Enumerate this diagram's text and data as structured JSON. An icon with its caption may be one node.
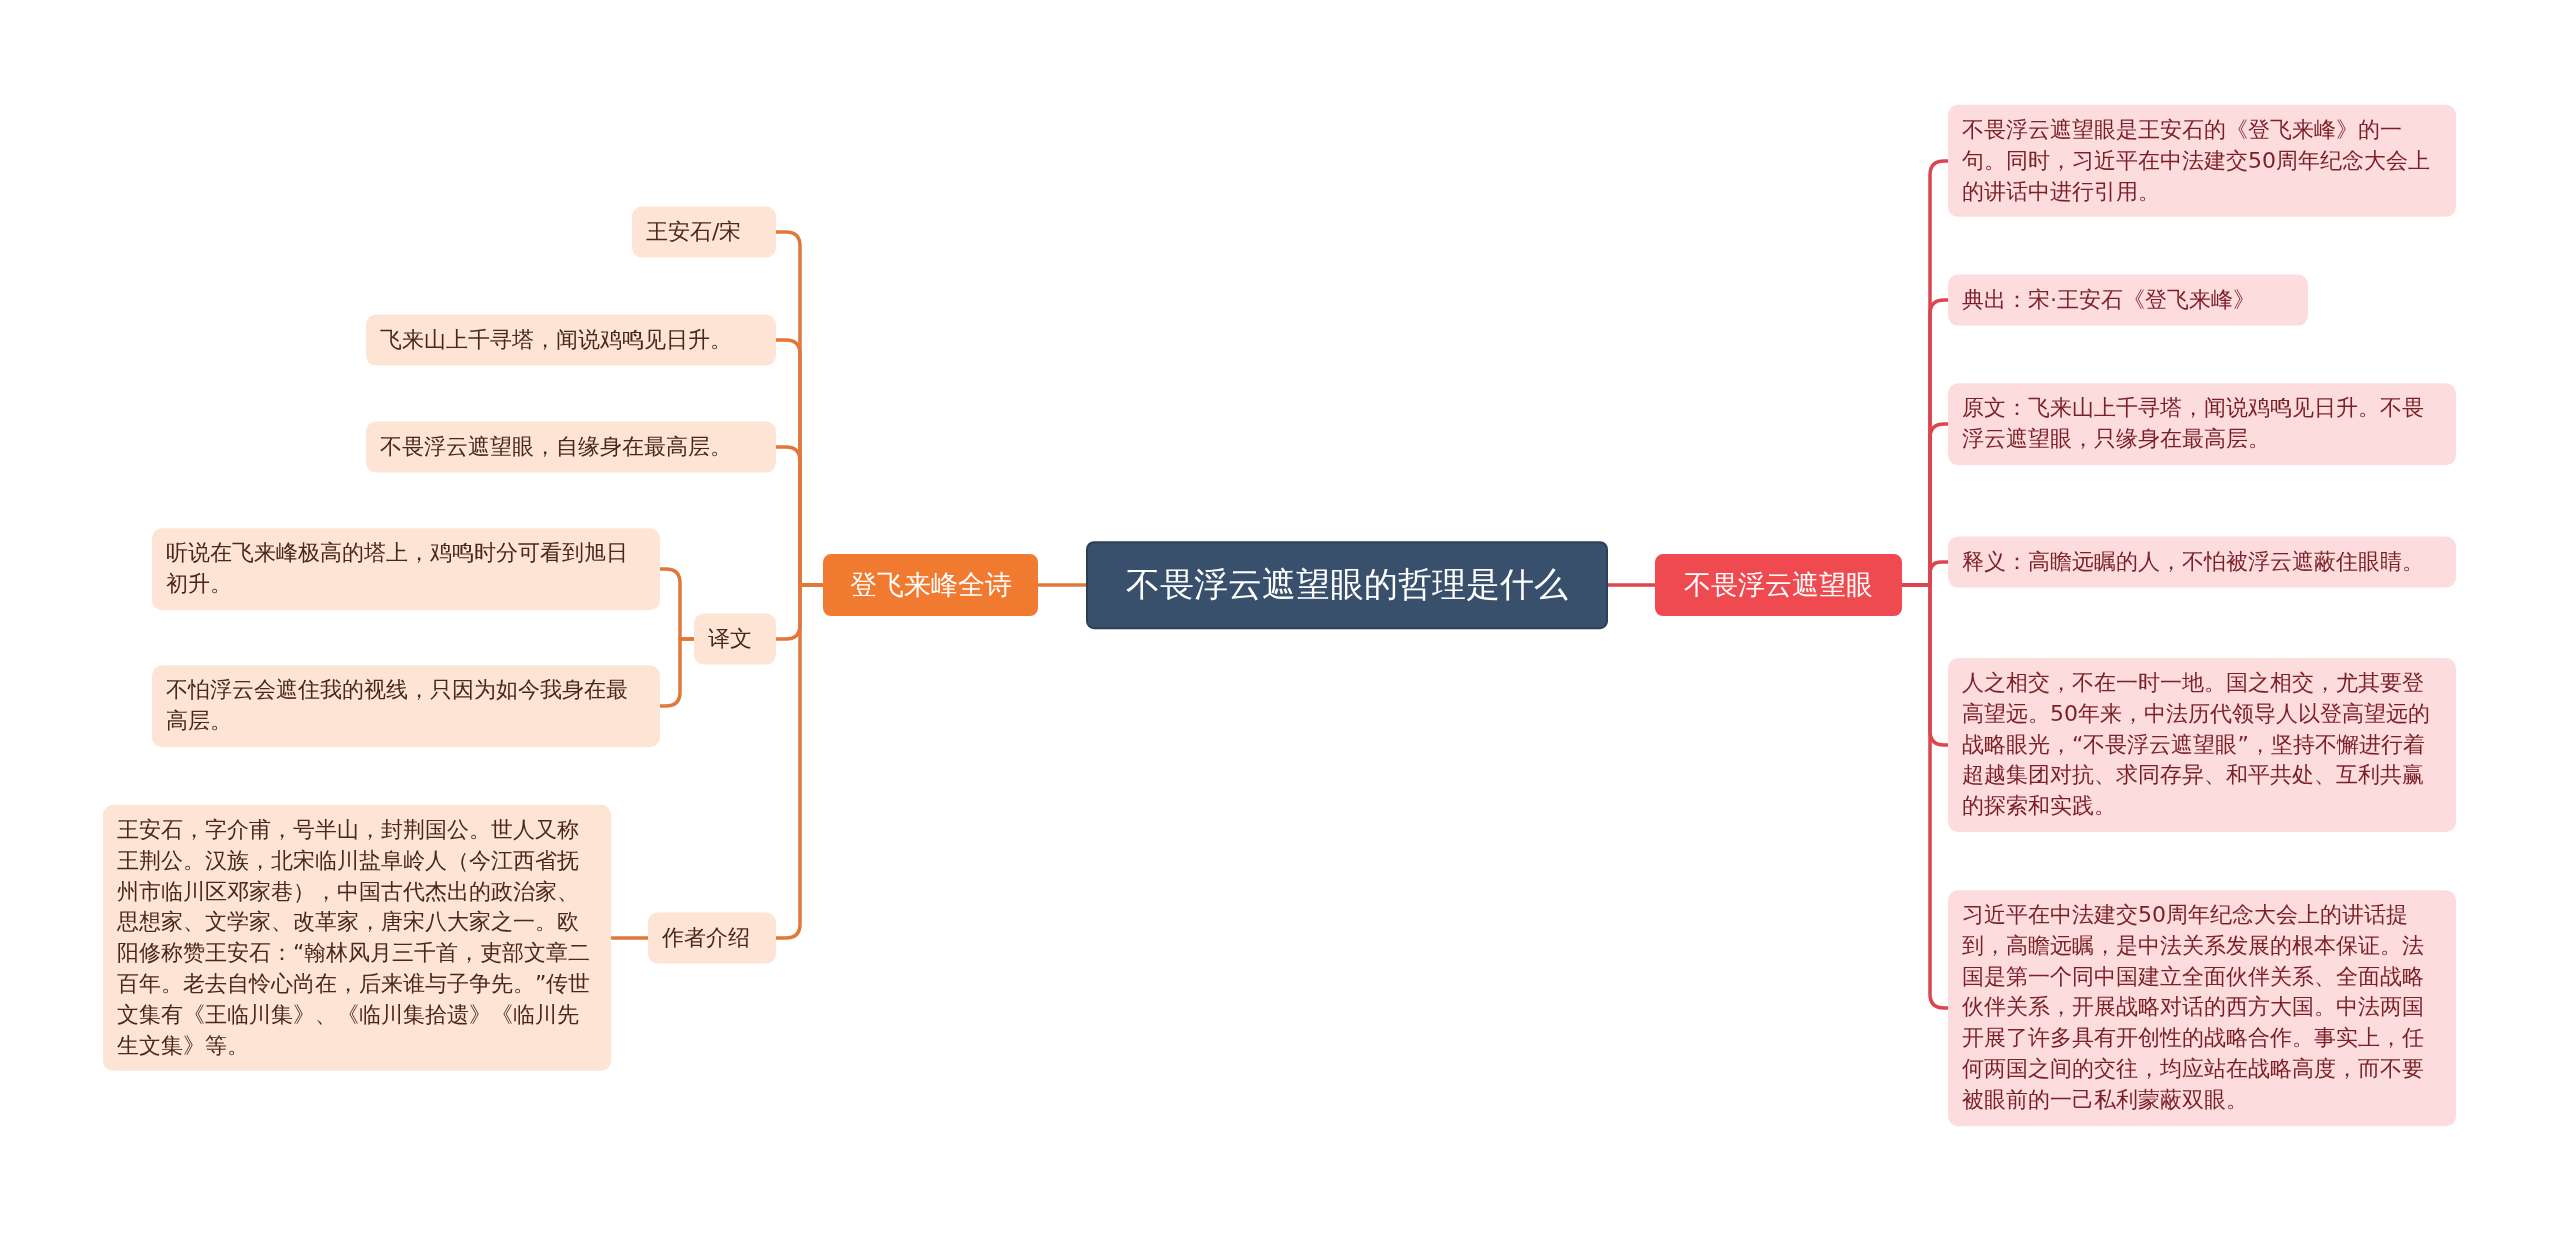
{
  "diagram": {
    "nodes": [
      {
        "text": [
          "不畏浮云遮望眼的哲理是什么"
        ]
      },
      {
        "text": [
          "登飞来峰全诗"
        ]
      },
      {
        "text": [
          "王安石/宋"
        ]
      },
      {
        "text": [
          "飞来山上千寻塔，闻说鸡鸣见日升。"
        ]
      },
      {
        "text": [
          "不畏浮云遮望眼，自缘身在最高层。"
        ]
      },
      {
        "text": [
          "译文"
        ]
      },
      {
        "text": [
          "听说在飞来峰极高的塔上，鸡鸣时分可看到旭日初升。"
        ]
      },
      {
        "text": [
          "不怕浮云会遮住我的视线，只因为如今我身在最高层。"
        ]
      },
      {
        "text": [
          "作者介绍"
        ]
      },
      {
        "text": [
          "王安石，字介甫，号半山，封荆国公。世人又称王荆公。汉族，北宋临川盐阜岭人（今江西省抚州市临川区邓家巷），中国古代杰出的政治家、思想家、文学家、改革家，唐宋八大家之一。欧阳修称赞王安石：“翰林风月三千首，吏部文章二百年。老去自怜心尚在，后来谁与子争先。”传世文集有《王临川集》、《临川集拾遗》《临川先生文集》等。"
        ]
      },
      {
        "text": [
          "不畏浮云遮望眼"
        ]
      },
      {
        "text": [
          "不畏浮云遮望眼是王安石的《登飞来峰》的一句。同时，习近平在中法建交50周年纪念大会上的讲话中进行引用。"
        ]
      },
      {
        "text": [
          "典出：宋·王安石《登飞来峰》"
        ]
      },
      {
        "text": [
          "原文：飞来山上千寻塔，闻说鸡鸣见日升。不畏浮云遮望眼，只缘身在最高层。"
        ]
      },
      {
        "text": [
          "释义：高瞻远瞩的人，不怕被浮云遮蔽住眼睛。"
        ]
      },
      {
        "text": [
          "人之相交，不在一时一地。国之相交，尤其要登高望远。50年来，中法历代领导人以登高望远的战略眼光，“不畏浮云遮望眼”，坚持不懈进行着超越集团对抗、求同存异、和平共处、互利共赢的探索和实践。"
        ]
      },
      {
        "text": [
          "习近平在中法建交50周年纪念大会上的讲话提到，高瞻远瞩，是中法关系发展的根本保证。法国是第一个同中国建立全面伙伴关系、全面战略伙伴关系，开展战略对话的西方大国。中法两国开展了许多具有开创性的战略合作。事实上，任何两国之间的交往，均应站在战略高度，而不要被眼前的一己私利蒙蔽双眼。"
        ]
      }
    ],
    "edges": [
      {
        "from": 0,
        "to": 1,
        "arrow": "none"
      },
      {
        "from": 1,
        "to": 2,
        "arrow": "none"
      },
      {
        "from": 1,
        "to": 3,
        "arrow": "none"
      },
      {
        "from": 1,
        "to": 4,
        "arrow": "none"
      },
      {
        "from": 1,
        "to": 5,
        "arrow": "none"
      },
      {
        "from": 5,
        "to": 6,
        "arrow": "none"
      },
      {
        "from": 5,
        "to": 7,
        "arrow": "none"
      },
      {
        "from": 1,
        "to": 8,
        "arrow": "none"
      },
      {
        "from": 8,
        "to": 9,
        "arrow": "none"
      },
      {
        "from": 0,
        "to": 10,
        "arrow": "none",
        "color": "#dc4550"
      },
      {
        "from": 10,
        "to": 11,
        "arrow": "none",
        "color": "#dc4550"
      },
      {
        "from": 10,
        "to": 12,
        "arrow": "none",
        "color": "#dc4550"
      },
      {
        "from": 10,
        "to": 13,
        "arrow": "none",
        "color": "#dc4550"
      },
      {
        "from": 10,
        "to": 14,
        "arrow": "none",
        "color": "#dc4550"
      },
      {
        "from": 10,
        "to": 15,
        "arrow": "none",
        "color": "#dc4550"
      },
      {
        "from": 10,
        "to": 16,
        "arrow": "none",
        "color": "#dc4550"
      }
    ]
  }
}
